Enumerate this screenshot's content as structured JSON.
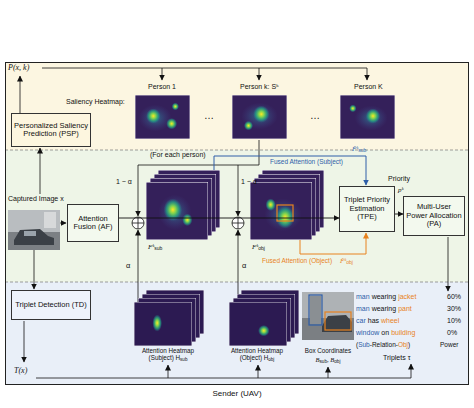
{
  "diagram": {
    "nodes": [
      {
        "text": [
          "Sender (UAV)"
        ]
      },
      {
        "text": [
          "Personalized Saliency Prediction (PSP)"
        ],
        "in": 0
      },
      {
        "text": [
          "Attention Fusion (AF)"
        ],
        "in": 0
      },
      {
        "text": [
          "Triplet Priority Estimation (TPE)"
        ],
        "in": 0
      },
      {
        "text": [
          "Multi-User Power Allocation (PA)"
        ],
        "in": 0
      },
      {
        "text": [
          "Triplet Detection (TD)"
        ],
        "in": 0
      }
    ],
    "edges": [
      {
        "from": 2,
        "to": 3,
        "arrow": "to"
      },
      {
        "from": 3,
        "to": 4,
        "arrow": "to",
        "label": "Priority"
      }
    ],
    "labels": [
      "P(x, k)",
      "Saliency Heatmap:",
      "Person 1",
      "…",
      "Person k: Sᵏ",
      "…",
      "Person K",
      "(For each person)",
      "Captured Image x",
      "1 − α",
      "α",
      "1 − α",
      "α",
      "Fᵏ",
      "sub",
      "Fᵏ",
      "obj",
      "Fused Attention (Subject)",
      "F̃ᵏ",
      "sub",
      "Fused Attention (Object)",
      "F̃ᵏ",
      "obj",
      "pᵏ",
      "T(x)",
      "Attention Heatmap (Subject) H",
      "sub",
      "Attention Heatmap (Object) H",
      "obj",
      "Box Coordinates",
      "B",
      "sub",
      ", B",
      "obj",
      "man",
      "wearing",
      "jacket",
      "60%",
      "man",
      "wearing",
      "pant",
      "30%",
      "car",
      "has",
      "wheel",
      "10%",
      "window",
      "on",
      "building",
      "0%",
      "(",
      "Sub",
      "-Relation-",
      "Obj",
      ")",
      "Power",
      "Triplets τ"
    ]
  }
}
